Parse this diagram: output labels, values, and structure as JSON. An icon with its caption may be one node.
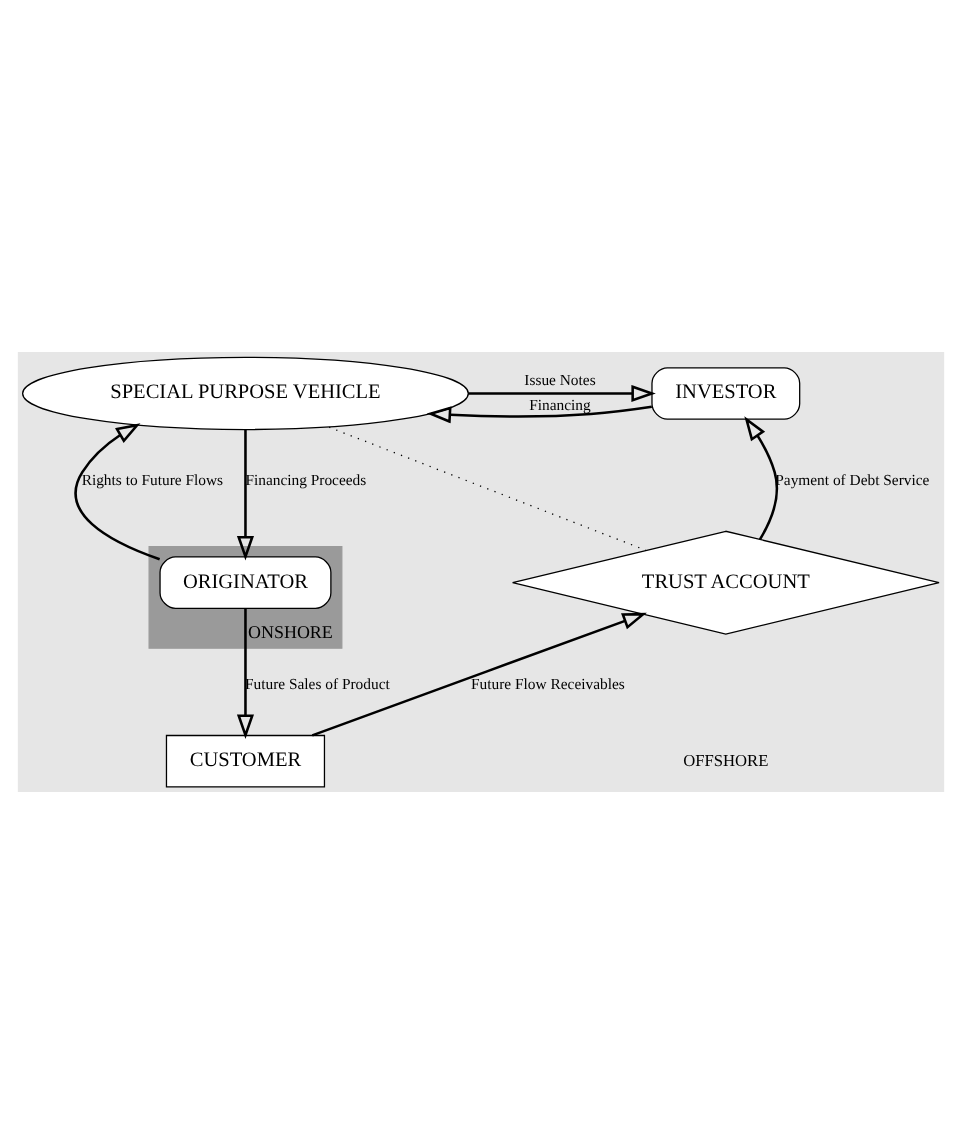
{
  "diagram": {
    "nodes": [
      {
        "text": [
          "ONSHORE"
        ]
      },
      {
        "text": [
          "SPECIAL PURPOSE VEHICLE"
        ]
      },
      {
        "text": [
          "INVESTOR"
        ]
      },
      {
        "text": [
          "ORIGINATOR"
        ],
        "in": 0
      },
      {
        "text": [
          "TRUST ACCOUNT"
        ]
      },
      {
        "text": [
          "CUSTOMER"
        ]
      }
    ],
    "edges": [
      {
        "from": 1,
        "to": 2,
        "arrow": "to",
        "label": "Issue Notes"
      },
      {
        "from": 2,
        "to": 1,
        "arrow": "to",
        "label": "Financing"
      },
      {
        "from": 1,
        "to": 3,
        "arrow": "to",
        "label": "Financing Proceeds"
      },
      {
        "from": 3,
        "to": 1,
        "arrow": "to",
        "label": "Rights to Future Flows"
      },
      {
        "from": 4,
        "to": 2,
        "arrow": "to",
        "label": "Payment of Debt Service"
      },
      {
        "from": 3,
        "to": 5,
        "arrow": "to",
        "label": "Future Sales of Product"
      },
      {
        "from": 5,
        "to": 4,
        "arrow": "to",
        "label": "Future Flow Receivables"
      },
      {
        "from": 1,
        "to": 4,
        "arrow": "none",
        "style": "dashed"
      }
    ],
    "labels": [
      "OFFSHORE"
    ]
  }
}
